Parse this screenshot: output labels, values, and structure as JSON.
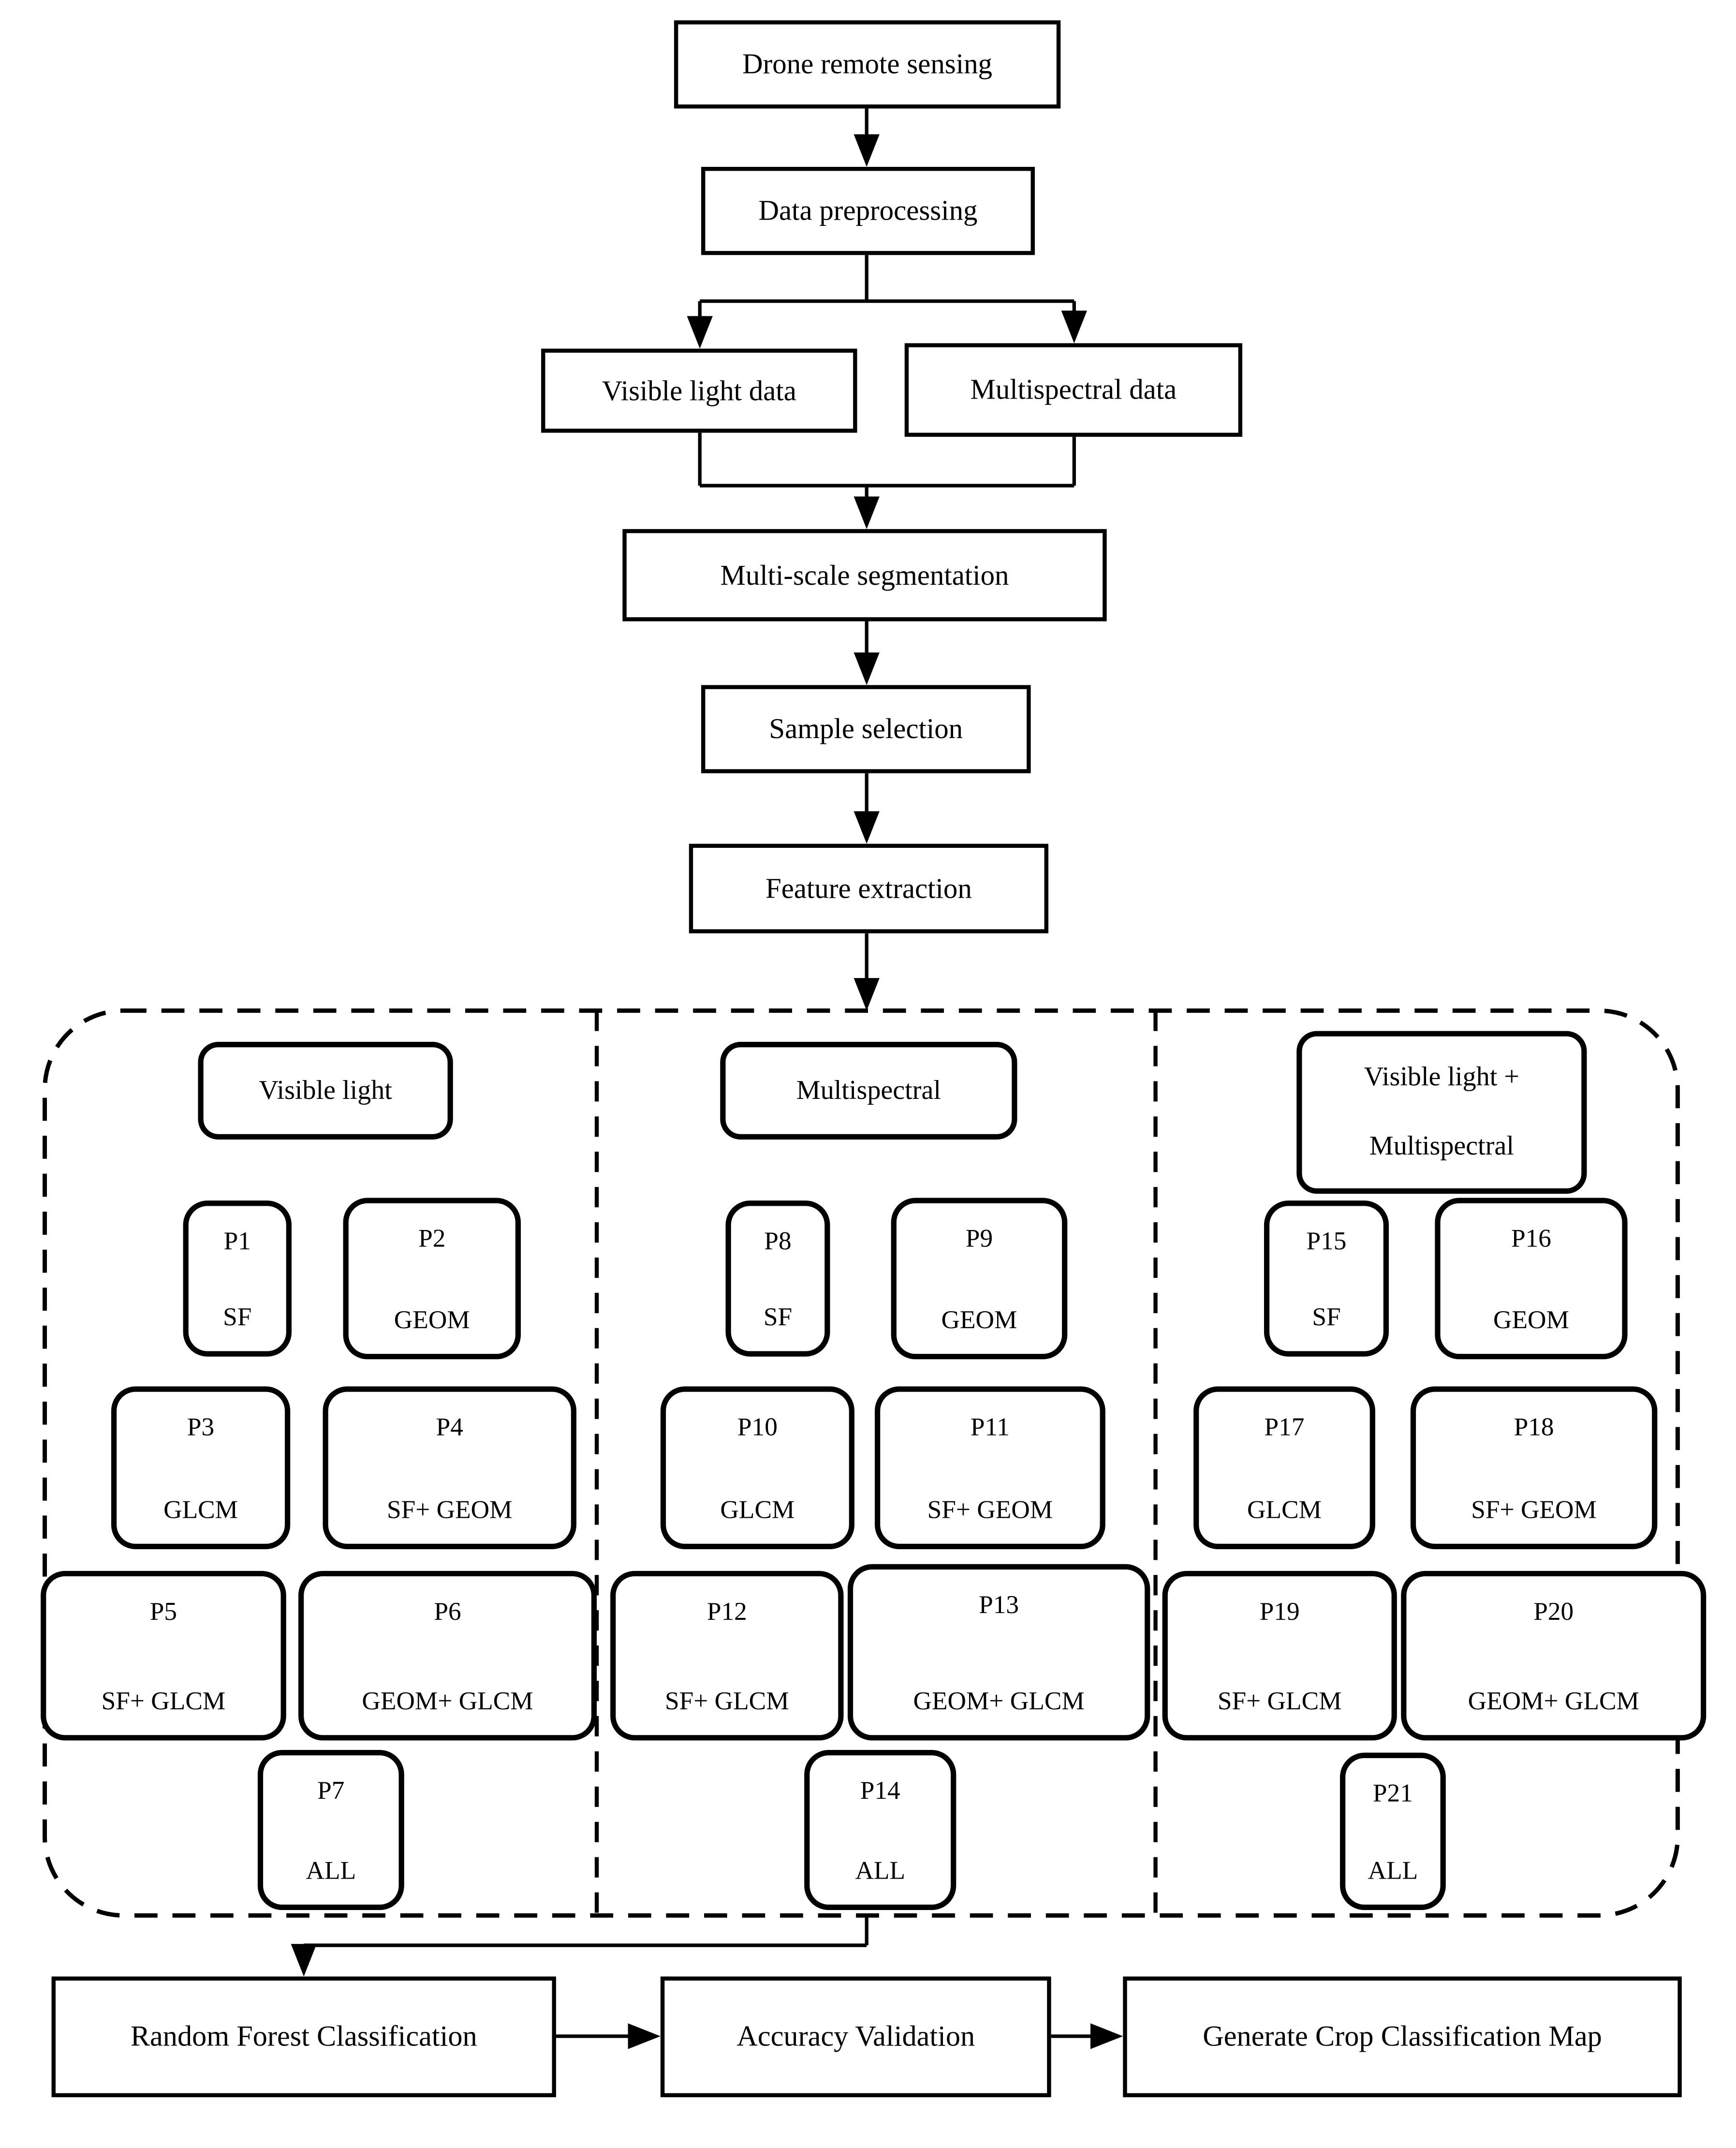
{
  "colors": {
    "line": "#000000",
    "background": "#ffffff"
  },
  "flow": {
    "drone": "Drone remote sensing",
    "preprocessing": "Data preprocessing",
    "visible_data": "Visible light data",
    "multispectral_data": "Multispectral data",
    "segmentation": "Multi-scale segmentation",
    "sample": "Sample selection",
    "feature": "Feature extraction"
  },
  "panel": {
    "columns": [
      {
        "header_line1": "Visible light",
        "header_line2": "",
        "cells": [
          {
            "code": "P1",
            "features": "SF"
          },
          {
            "code": "P2",
            "features": "GEOM"
          },
          {
            "code": "P3",
            "features": "GLCM"
          },
          {
            "code": "P4",
            "features": "SF+ GEOM"
          },
          {
            "code": "P5",
            "features": "SF+ GLCM"
          },
          {
            "code": "P6",
            "features": "GEOM+ GLCM"
          },
          {
            "code": "P7",
            "features": "ALL"
          }
        ]
      },
      {
        "header_line1": "Multispectral",
        "header_line2": "",
        "cells": [
          {
            "code": "P8",
            "features": "SF"
          },
          {
            "code": "P9",
            "features": "GEOM"
          },
          {
            "code": "P10",
            "features": "GLCM"
          },
          {
            "code": "P11",
            "features": "SF+ GEOM"
          },
          {
            "code": "P12",
            "features": "SF+ GLCM"
          },
          {
            "code": "P13",
            "features": "GEOM+ GLCM"
          },
          {
            "code": "P14",
            "features": "ALL"
          }
        ]
      },
      {
        "header_line1": "Visible light +",
        "header_line2": "Multispectral",
        "cells": [
          {
            "code": "P15",
            "features": "SF"
          },
          {
            "code": "P16",
            "features": "GEOM"
          },
          {
            "code": "P17",
            "features": "GLCM"
          },
          {
            "code": "P18",
            "features": "SF+ GEOM"
          },
          {
            "code": "P19",
            "features": "SF+ GLCM"
          },
          {
            "code": "P20",
            "features": "GEOM+ GLCM"
          },
          {
            "code": "P21",
            "features": "ALL"
          }
        ]
      }
    ]
  },
  "bottom": {
    "random_forest": "Random Forest Classification",
    "accuracy": "Accuracy Validation",
    "generate_map": "Generate Crop Classification Map"
  }
}
